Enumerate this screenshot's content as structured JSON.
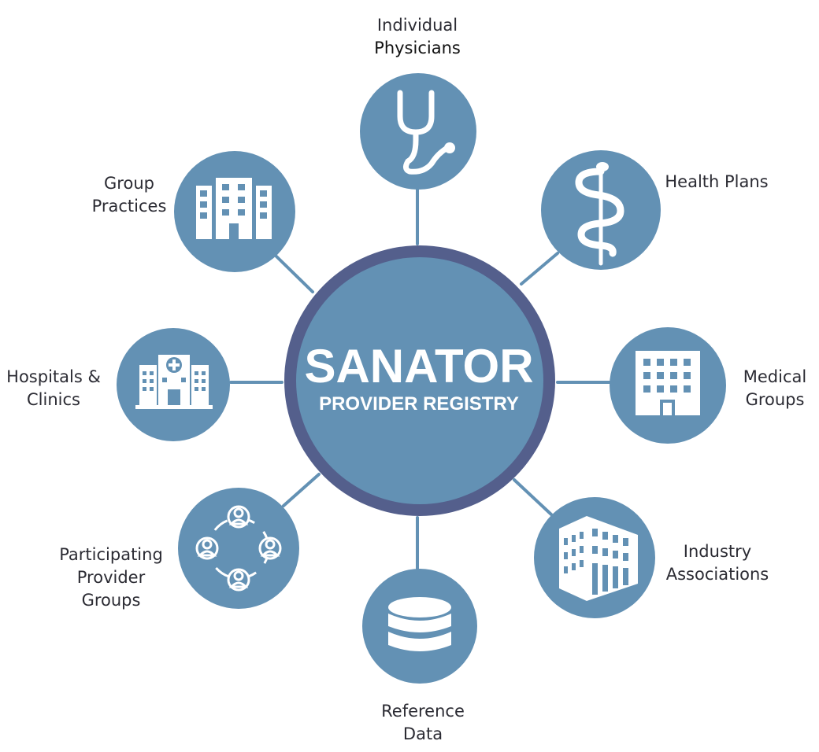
{
  "center": {
    "title": "SANATOR",
    "subtitle": "PROVIDER REGISTRY"
  },
  "nodes": {
    "individual_physicians": {
      "line1": "Individual",
      "line2": "Physicians",
      "icon": "stethoscope-icon"
    },
    "health_plans": {
      "line1": "Health Plans",
      "icon": "caduceus-icon"
    },
    "medical_groups": {
      "line1": "Medical",
      "line2": "Groups",
      "icon": "office-building-icon"
    },
    "industry_associations": {
      "line1": "Industry",
      "line2": "Associations",
      "icon": "corporate-building-icon"
    },
    "reference_data": {
      "line1": "Reference",
      "line2": "Data",
      "icon": "database-icon"
    },
    "participating_provider_groups": {
      "line1": "Participating",
      "line2": "Provider",
      "line3": "Groups",
      "icon": "people-network-icon"
    },
    "hospitals_clinics": {
      "line1": "Hospitals &",
      "line2": "Clinics",
      "icon": "hospital-icon"
    },
    "group_practices": {
      "line1": "Group",
      "line2": "Practices",
      "icon": "buildings-icon"
    }
  },
  "colors": {
    "node_fill": "#6391b4",
    "hub_ring": "#545f8c",
    "connector": "#6391b4",
    "icon": "#ffffff",
    "text": "#2b2b33"
  }
}
